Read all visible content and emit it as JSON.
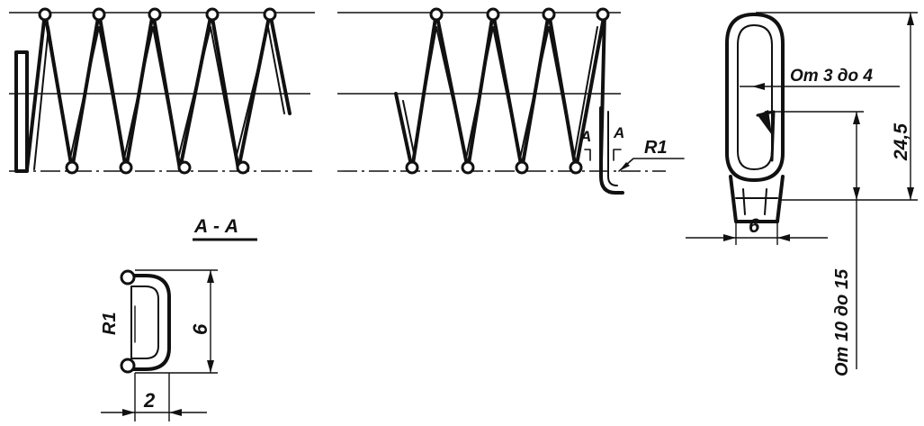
{
  "labels": {
    "section_title": "А - А",
    "section_mark_left": "А",
    "section_mark_right": "А",
    "radius_spring": "R1",
    "radius_section": "R1",
    "dim_gap": "От 3 до 4",
    "dim_total_height": "24,5",
    "dim_eye_width": "6",
    "dim_hook_length": "От 10 до 15",
    "dim_section_height": "6",
    "dim_section_width": "2"
  }
}
